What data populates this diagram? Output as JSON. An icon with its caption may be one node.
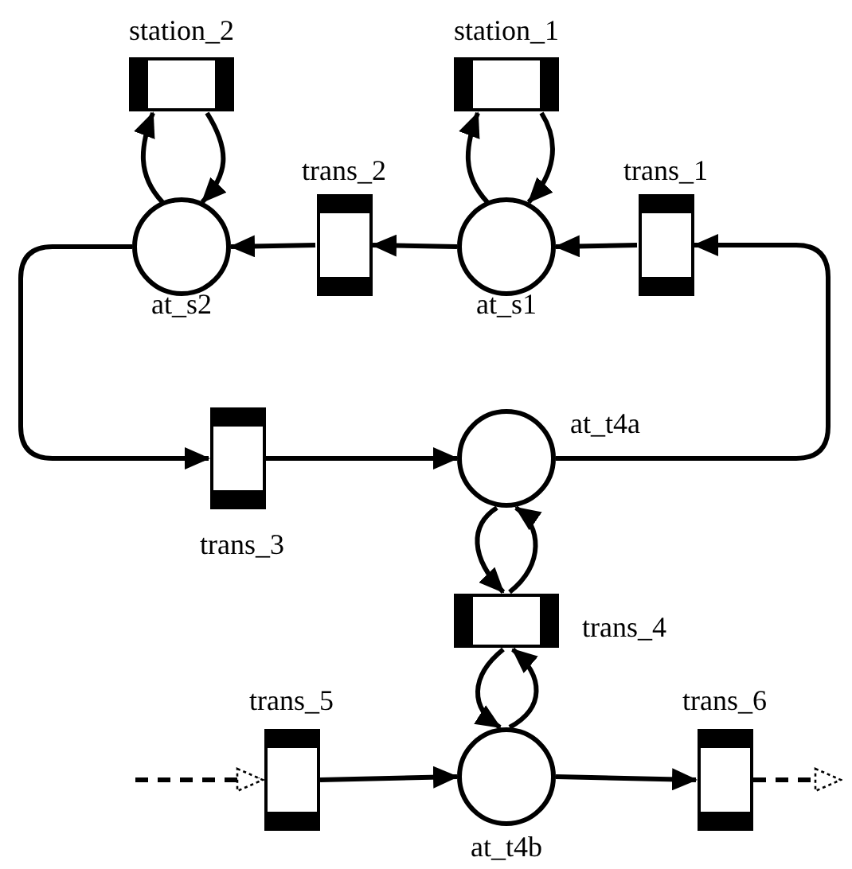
{
  "diagram": {
    "nodes": [
      {
        "text": [
          "station_2"
        ]
      },
      {
        "text": [
          "station_1"
        ]
      },
      {
        "text": [
          "trans_2"
        ]
      },
      {
        "text": [
          "trans_1"
        ]
      },
      {
        "text": [
          "at_s2"
        ]
      },
      {
        "text": [
          "at_s1"
        ]
      },
      {
        "text": [
          "at_t4a"
        ]
      },
      {
        "text": [
          "trans_3"
        ]
      },
      {
        "text": [
          "trans_4"
        ]
      },
      {
        "text": [
          "trans_5"
        ]
      },
      {
        "text": [
          "at_t4b"
        ]
      },
      {
        "text": [
          "trans_6"
        ]
      }
    ],
    "edges": [
      {
        "from": 3,
        "to": 5,
        "arrow": "to"
      },
      {
        "from": 5,
        "to": 2,
        "arrow": "to"
      },
      {
        "from": 2,
        "to": 4,
        "arrow": "to"
      },
      {
        "from": 6,
        "to": 3,
        "arrow": "to"
      },
      {
        "from": 4,
        "to": 7,
        "arrow": "to"
      },
      {
        "from": 7,
        "to": 6,
        "arrow": "to"
      },
      {
        "from": 4,
        "to": 0,
        "arrow": "to"
      },
      {
        "from": 0,
        "to": 4,
        "arrow": "to"
      },
      {
        "from": 5,
        "to": 1,
        "arrow": "to"
      },
      {
        "from": 1,
        "to": 5,
        "arrow": "to"
      },
      {
        "from": 6,
        "to": 8,
        "arrow": "to"
      },
      {
        "from": 8,
        "to": 6,
        "arrow": "to"
      },
      {
        "from": 10,
        "to": 8,
        "arrow": "to"
      },
      {
        "from": 8,
        "to": 10,
        "arrow": "to"
      },
      {
        "from": 9,
        "to": 10,
        "arrow": "to"
      },
      {
        "from": 10,
        "to": 11,
        "arrow": "to"
      },
      {
        "from": null,
        "to": 9,
        "arrow": "to",
        "style": "dashed"
      },
      {
        "from": 11,
        "to": null,
        "arrow": "to",
        "style": "dashed"
      }
    ]
  }
}
